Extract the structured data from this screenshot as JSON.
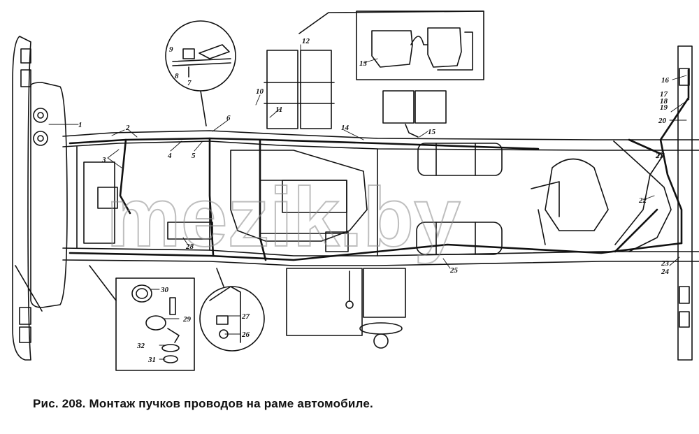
{
  "figure": {
    "caption": "Рис. 208. Монтаж пучков проводов на раме автомобиле.",
    "watermark": "mezik.by"
  },
  "callouts": {
    "c1": "1",
    "c2": "2",
    "c3": "3",
    "c4": "4",
    "c5": "5",
    "c6": "6",
    "c7": "7",
    "c8": "8",
    "c9": "9",
    "c10": "10",
    "c11": "11",
    "c12": "12",
    "c13": "13",
    "c14": "14",
    "c15": "15",
    "c16": "16",
    "c17": "17",
    "c18": "18",
    "c19": "19",
    "c20": "20",
    "c21": "21",
    "c22": "22",
    "c23": "23",
    "c24": "24",
    "c25": "25",
    "c26": "26",
    "c27": "27",
    "c28": "28",
    "c29": "29",
    "c30": "30",
    "c31": "31",
    "c32": "32"
  },
  "colors": {
    "ink": "#111111",
    "paper": "#ffffff",
    "watermark": "#8a8a8a"
  }
}
